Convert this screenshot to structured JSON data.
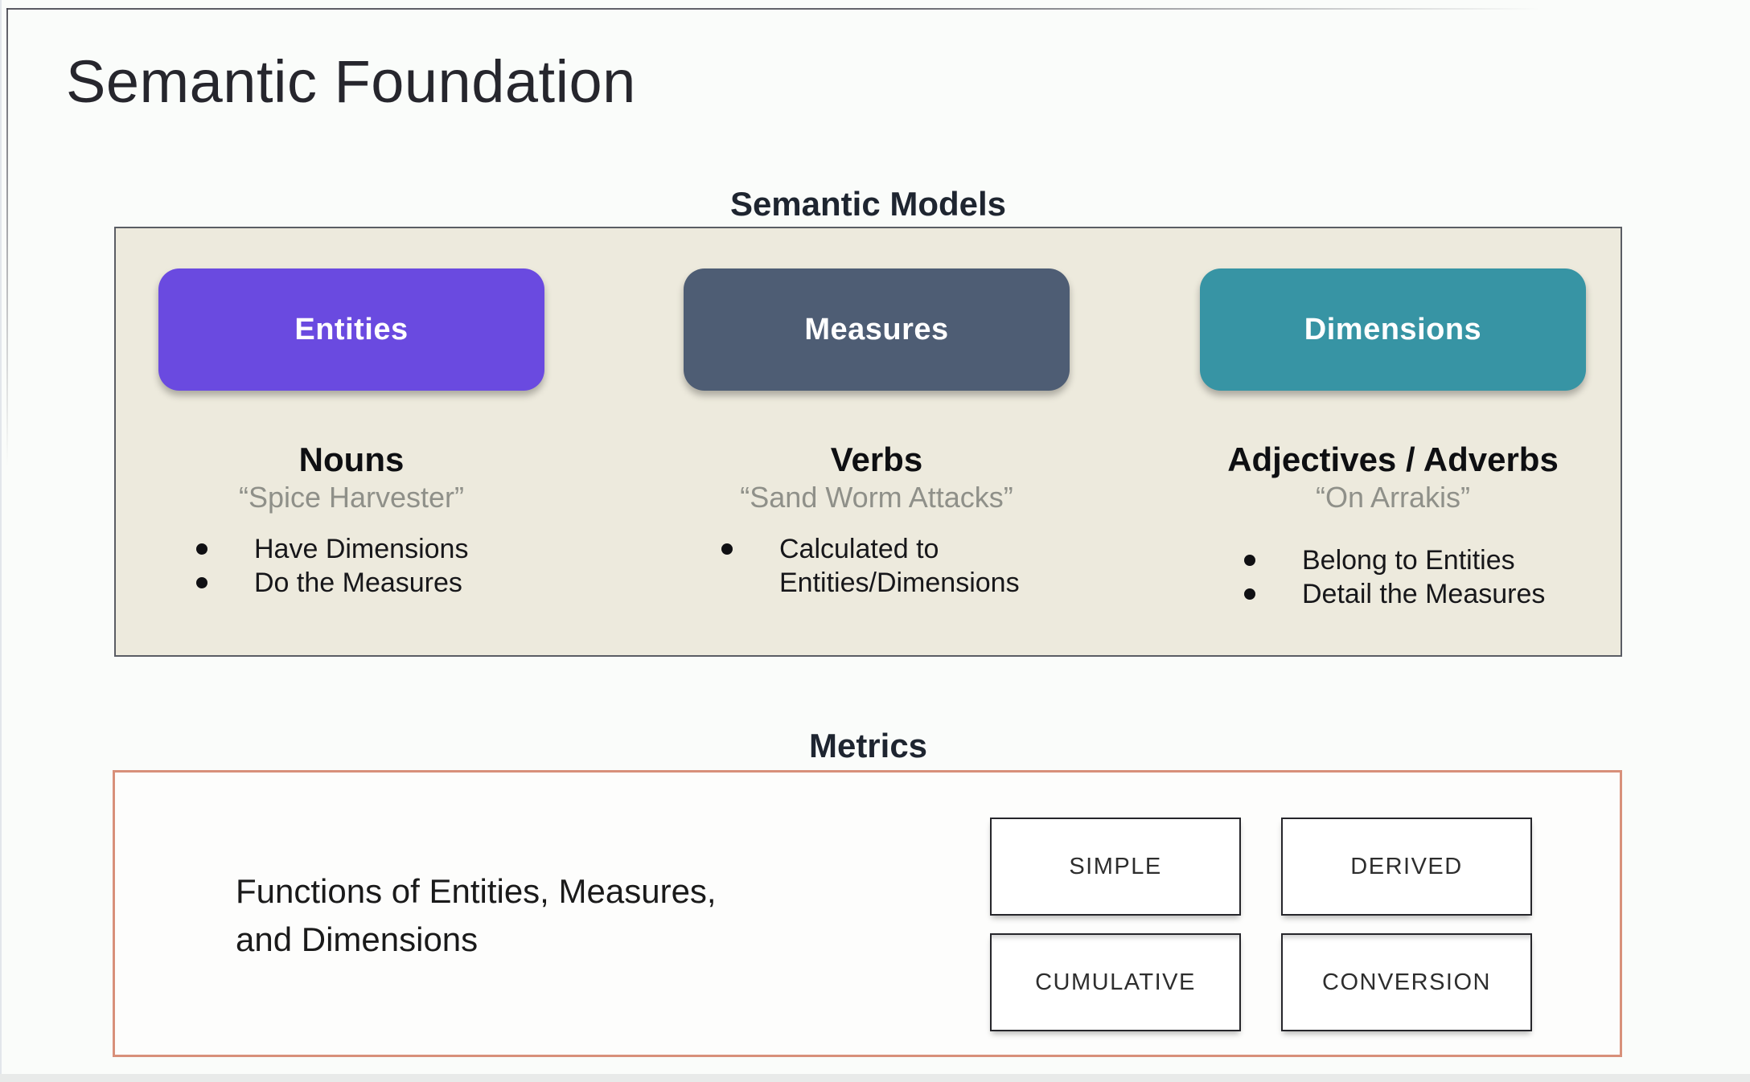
{
  "slide": {
    "title": "Semantic Foundation"
  },
  "semantic_models": {
    "heading": "Semantic Models",
    "columns": [
      {
        "label": "Entities",
        "part_of_speech": "Nouns",
        "example": "“Spice Harvester”",
        "bullets": [
          "Have Dimensions",
          "Do the Measures"
        ]
      },
      {
        "label": "Measures",
        "part_of_speech": "Verbs",
        "example": "“Sand Worm Attacks”",
        "bullets": [
          "Calculated to Entities/Dimensions"
        ]
      },
      {
        "label": "Dimensions",
        "part_of_speech": "Adjectives / Adverbs",
        "example": "“On Arrakis”",
        "bullets": [
          "Belong to Entities",
          "Detail the Measures"
        ]
      }
    ]
  },
  "metrics": {
    "heading": "Metrics",
    "description_line1": "Functions of Entities, Measures,",
    "description_line2": "and Dimensions",
    "types": [
      "SIMPLE",
      "DERIVED",
      "CUMULATIVE",
      "CONVERSION"
    ]
  },
  "colors": {
    "entities_fill": "#6a4ae0",
    "measures_fill": "#4e5d74",
    "dimensions_fill": "#3794a4",
    "panel_fill": "#edeadd",
    "panel_border": "#5a5d64",
    "metrics_border": "#d8907a"
  }
}
